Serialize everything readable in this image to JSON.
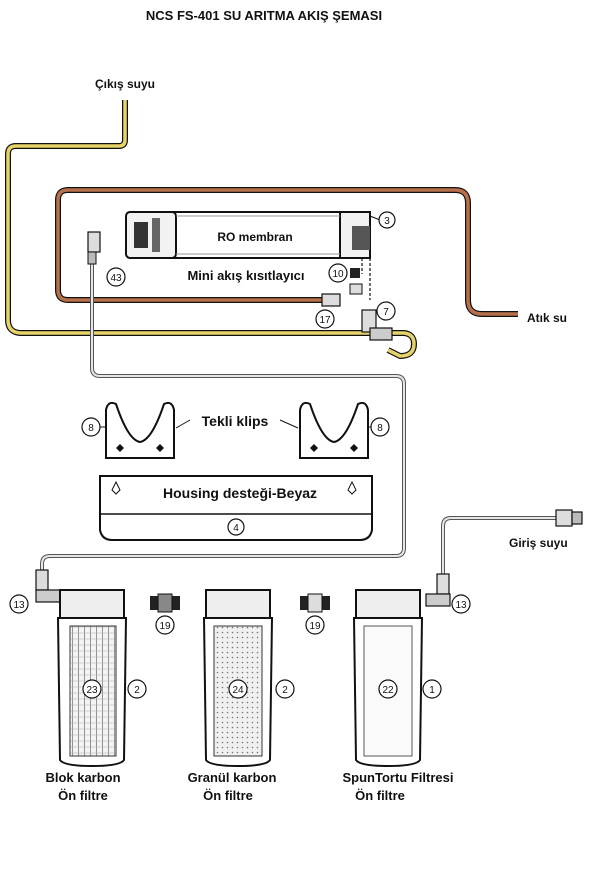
{
  "title": "NCS FS-401    SU ARITMA AKIŞ ŞEMASI",
  "labels": {
    "outlet": "Çıkış suyu",
    "inlet": "Giriş suyu",
    "waste": "Atık su",
    "ro_membrane": "RO membran",
    "flow_restrictor": "Mini akış kısıtlayıcı",
    "single_clip": "Tekli klips",
    "housing_bracket": "Housing desteği-Beyaz",
    "block_carbon_1": "Blok karbon",
    "block_carbon_2": "Ön filtre",
    "granular_carbon_1": "Granül karbon",
    "granular_carbon_2": "Ön filtre",
    "spun_1": "SpunTortu Filtresi",
    "spun_2": "Ön filtre"
  },
  "part_numbers": {
    "membrane_housing": "3",
    "fitting_43": "43",
    "restrictor": "10",
    "check_valve": "7",
    "elbow_17": "17",
    "clip_left": "8",
    "clip_right": "8",
    "bracket": "4",
    "elbow_left": "13",
    "elbow_right": "13",
    "connector_left": "19",
    "connector_right": "19",
    "cartridge_block": "23",
    "housing_block": "2",
    "cartridge_granular": "24",
    "housing_granular": "2",
    "cartridge_spun": "22",
    "housing_spun": "1"
  },
  "colors": {
    "outlet_tube": "#e6d46a",
    "waste_tube": "#b8704a",
    "feed_tube": "#9a9a9a",
    "outline": "#111111"
  }
}
